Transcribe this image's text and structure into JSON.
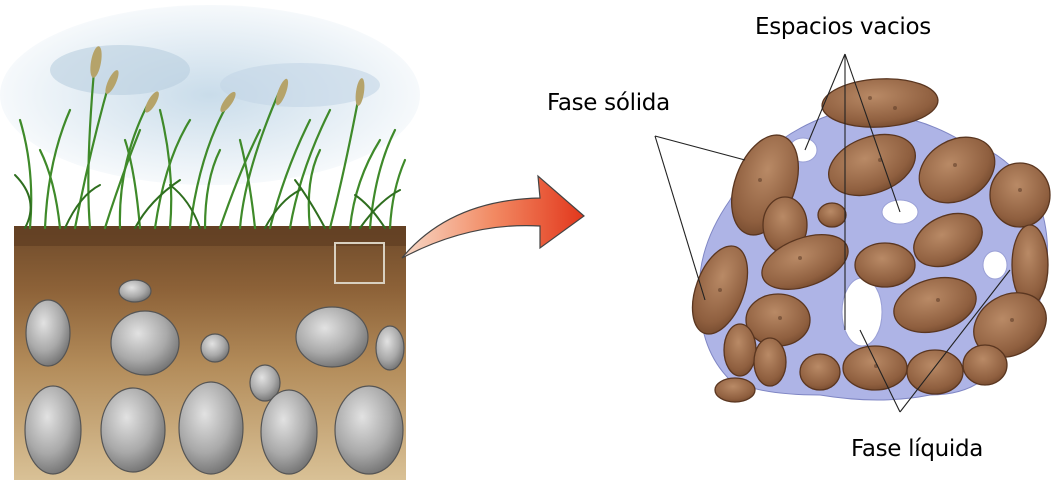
{
  "labels": {
    "void_spaces": "Espacios vacios",
    "solid_phase": "Fase sólida",
    "liquid_phase": "Fase líquida"
  },
  "colors": {
    "soil_brown": "#8a6136",
    "particle_brown": "#9a6a48",
    "liquid_blue": "#aeb4e6",
    "arrow_red": "#ea4a2a",
    "grass_green": "#3f8a2a"
  },
  "icons": [
    "grass-icon",
    "rock-icon",
    "curved-arrow-icon",
    "soil-particle-icon"
  ]
}
